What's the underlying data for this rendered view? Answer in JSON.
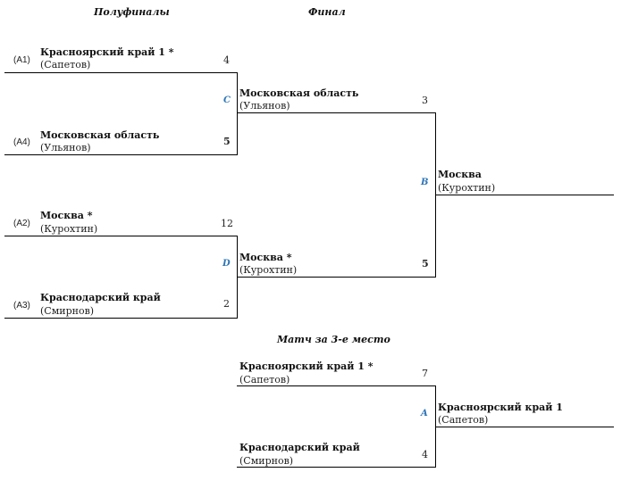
{
  "headers": {
    "semifinals": "Полуфиналы",
    "final": "Финал",
    "third_place": "Матч за 3-е место"
  },
  "semifinals": [
    {
      "match_label": "C",
      "top": {
        "seed": "(A1)",
        "team": "Красноярский край 1 *",
        "coach": "(Сапетов)",
        "score": "4",
        "winner": false
      },
      "bottom": {
        "seed": "(A4)",
        "team": "Московская область",
        "coach": "(Ульянов)",
        "score": "5",
        "winner": true
      }
    },
    {
      "match_label": "D",
      "top": {
        "seed": "(A2)",
        "team": "Москва *",
        "coach": "(Курохтин)",
        "score": "12",
        "winner": true
      },
      "bottom": {
        "seed": "(A3)",
        "team": "Краснодарский край",
        "coach": "(Смирнов)",
        "score": "2",
        "winner": false
      }
    }
  ],
  "final": {
    "match_label": "B",
    "top": {
      "team": "Московская область",
      "coach": "(Ульянов)",
      "score": "3",
      "winner": false
    },
    "bottom": {
      "team": "Москва *",
      "coach": "(Курохтин)",
      "score": "5",
      "winner": true
    },
    "champion": {
      "team": "Москва",
      "coach": "(Курохтин)"
    }
  },
  "third_place": {
    "match_label": "A",
    "top": {
      "team": "Красноярский край 1 *",
      "coach": "(Сапетов)",
      "score": "7",
      "winner": true
    },
    "bottom": {
      "team": "Краснодарский край",
      "coach": "(Смирнов)",
      "score": "4",
      "winner": false
    },
    "winner": {
      "team": "Красноярский край 1",
      "coach": "(Сапетов)"
    }
  }
}
